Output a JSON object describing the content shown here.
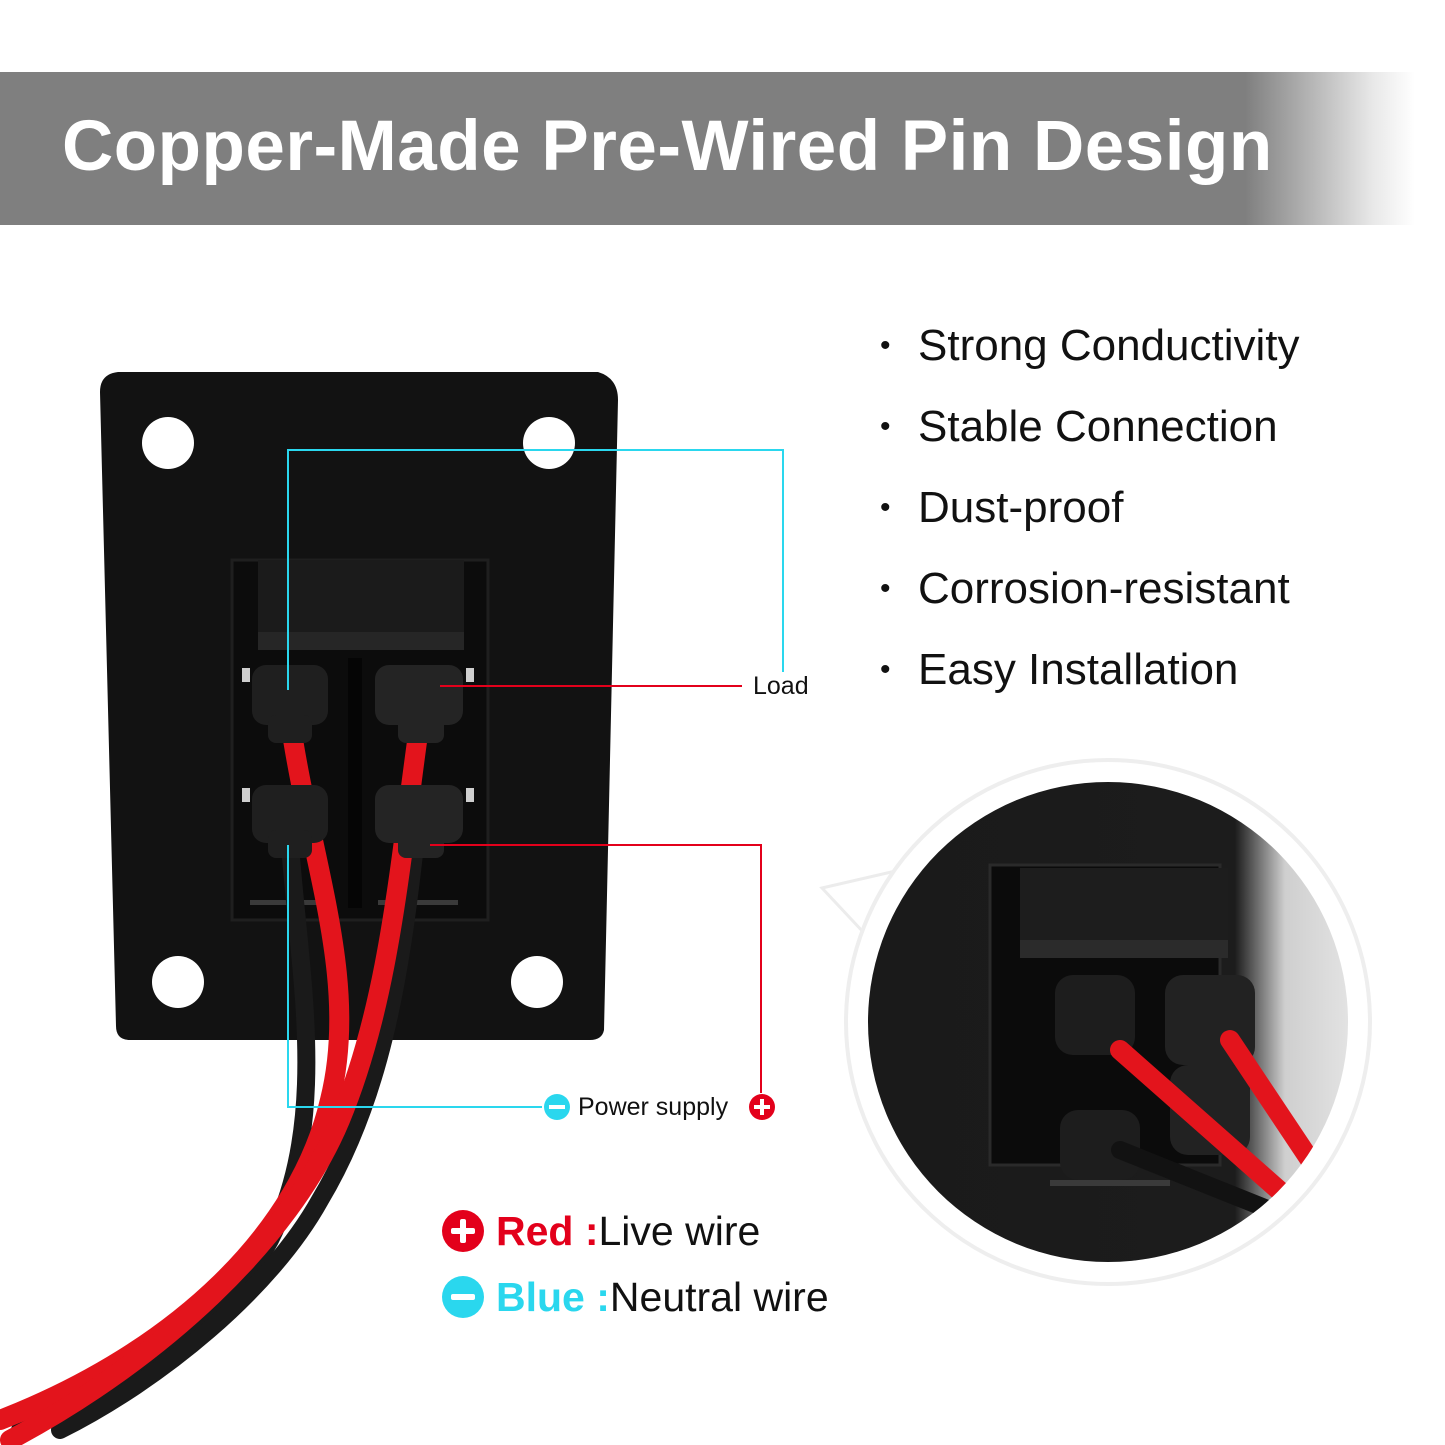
{
  "banner": {
    "title": "Copper-Made Pre-Wired Pin Design"
  },
  "features": [
    "Strong Conductivity",
    "Stable Connection",
    "Dust-proof",
    "Corrosion-resistant",
    "Easy Installation"
  ],
  "callouts": {
    "load": "Load",
    "power_supply": "Power supply"
  },
  "legend": {
    "live": {
      "color_label": "Red :",
      "description": "Live wire"
    },
    "neutral": {
      "color_label": "Blue :",
      "description": "Neutral wire"
    }
  },
  "colors": {
    "banner_bg": "#7f7f7f",
    "red_wire": "#e3001b",
    "neutral_blue": "#2ad7ee",
    "panel_black": "#111111"
  },
  "icons": {
    "bullet": "bullet-dot-icon",
    "plus": "plus-circle-icon",
    "minus": "minus-circle-icon"
  }
}
